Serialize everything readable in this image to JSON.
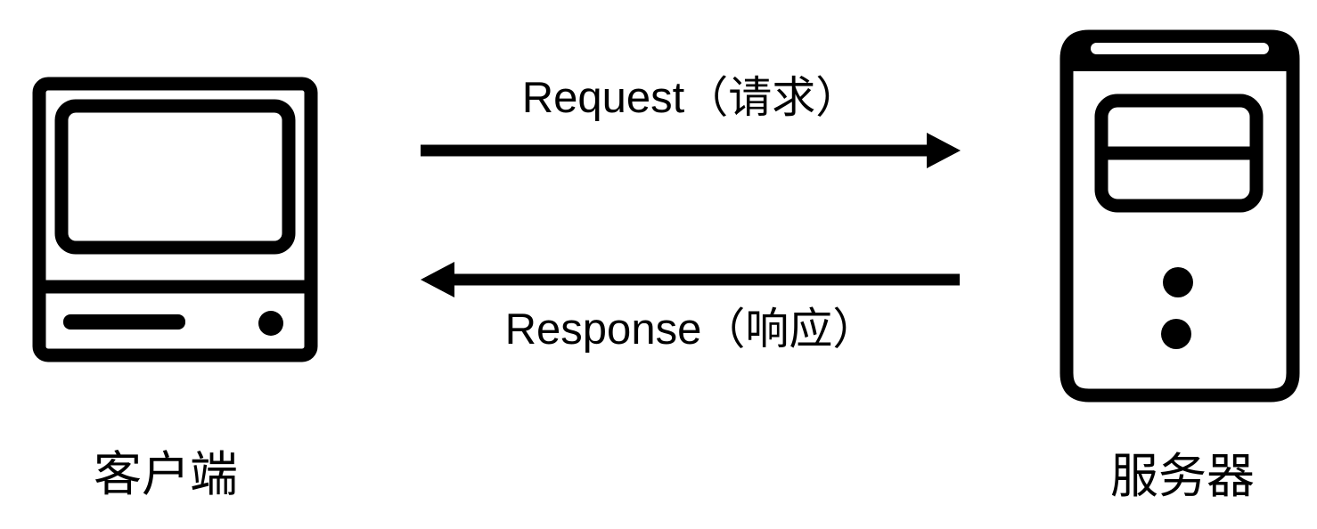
{
  "diagram": {
    "type": "client-server-request-response-flow",
    "background_color": "#ffffff",
    "foreground_color": "#000000",
    "client": {
      "label": "客户端",
      "icon": "desktop-computer-icon"
    },
    "server": {
      "label": "服务器",
      "icon": "server-tower-icon"
    },
    "arrows": [
      {
        "label": "Request（请求）",
        "from": "客户端",
        "to": "服务器",
        "direction": "right"
      },
      {
        "label": "Response（响应）",
        "from": "服务器",
        "to": "客户端",
        "direction": "left"
      }
    ]
  }
}
